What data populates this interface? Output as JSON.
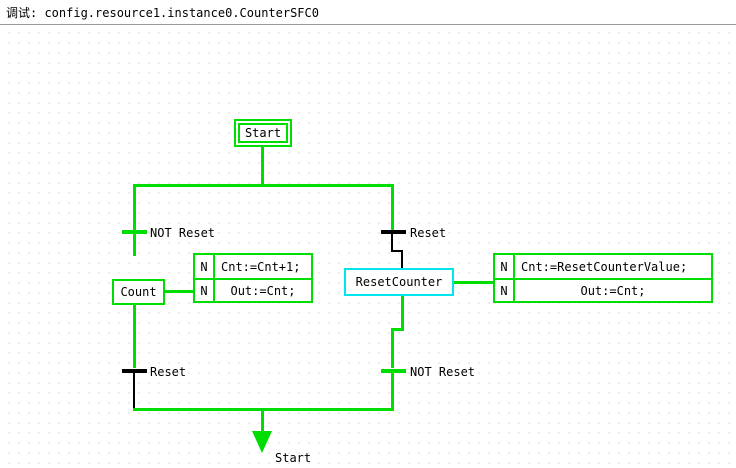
{
  "window": {
    "title": "调试: config.resource1.instance0.CounterSFC0"
  },
  "colors": {
    "active": "#00dd00",
    "inactive": "#000000",
    "selected": "#00e5ee",
    "background": "#ffffff",
    "grid_dot": "#b8b8b8"
  },
  "diagram": {
    "type": "sfc",
    "steps": [
      {
        "id": "start",
        "label": "Start",
        "initial": true,
        "state": "active",
        "border": "#00dd00"
      },
      {
        "id": "count",
        "label": "Count",
        "initial": false,
        "state": "active",
        "border": "#00dd00"
      },
      {
        "id": "resetcounter",
        "label": "ResetCounter",
        "initial": false,
        "state": "selected",
        "border": "#00e5ee"
      }
    ],
    "transitions": [
      {
        "id": "t1",
        "label": "NOT Reset",
        "state": "active",
        "bar_color": "#00dd00"
      },
      {
        "id": "t2",
        "label": "Reset",
        "state": "inactive",
        "bar_color": "#000000"
      },
      {
        "id": "t3",
        "label": "Reset",
        "state": "inactive",
        "bar_color": "#000000"
      },
      {
        "id": "t4",
        "label": "NOT Reset",
        "state": "active",
        "bar_color": "#00dd00"
      }
    ],
    "action_blocks": [
      {
        "id": "count-actions",
        "owner": "Count",
        "rows": [
          {
            "qualifier": "N",
            "body": "Cnt:=Cnt+1;",
            "align": "left"
          },
          {
            "qualifier": "N",
            "body": "Out:=Cnt;",
            "align": "center"
          }
        ]
      },
      {
        "id": "resetcounter-actions",
        "owner": "ResetCounter",
        "rows": [
          {
            "qualifier": "N",
            "body": "Cnt:=ResetCounterValue;",
            "align": "left"
          },
          {
            "qualifier": "N",
            "body": "Out:=Cnt;",
            "align": "center"
          }
        ]
      }
    ],
    "jump": {
      "id": "jump-start",
      "label": "Start",
      "target": "Start",
      "state": "active"
    }
  }
}
